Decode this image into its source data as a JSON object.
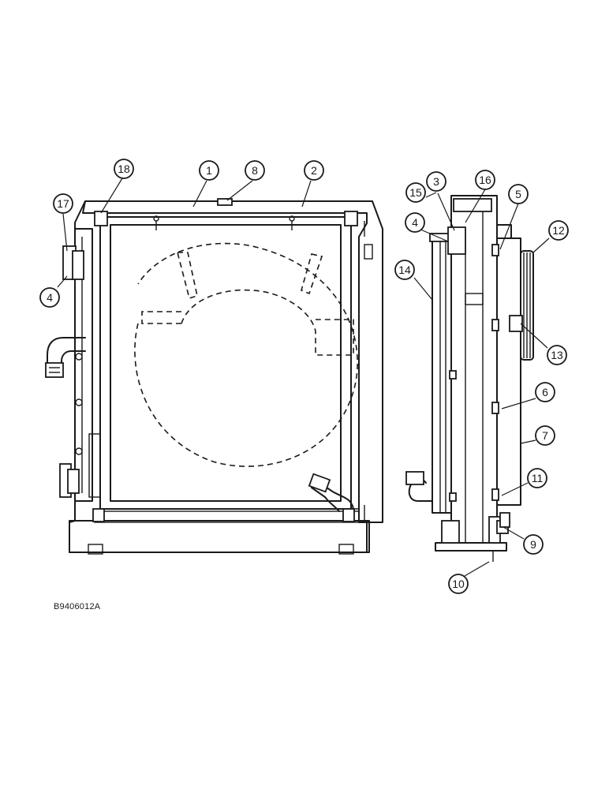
{
  "figure_code": "B9406012A",
  "callouts": {
    "c1": "1",
    "c2": "2",
    "c3": "3",
    "c4a": "4",
    "c4b": "4",
    "c5": "5",
    "c6": "6",
    "c7": "7",
    "c8": "8",
    "c9": "9",
    "c10": "10",
    "c11": "11",
    "c12": "12",
    "c13": "13",
    "c14": "14",
    "c15": "15",
    "c16": "16",
    "c17": "17",
    "c18": "18"
  }
}
